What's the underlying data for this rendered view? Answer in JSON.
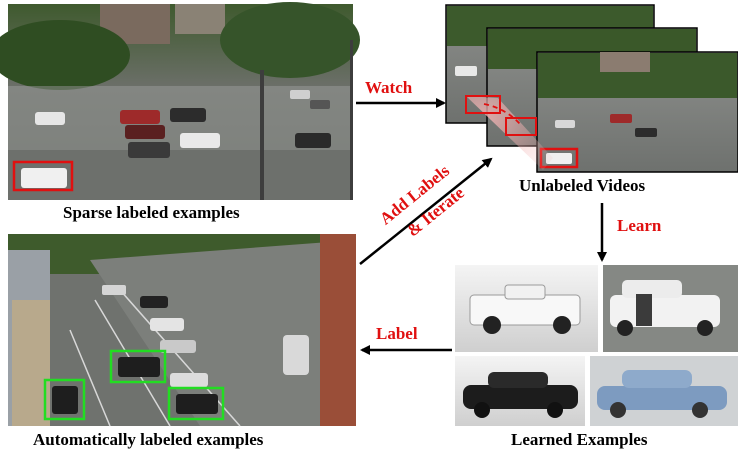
{
  "captions": {
    "sparse": "Sparse labeled examples",
    "unlabeled": "Unlabeled Videos",
    "automatic": "Automatically labeled examples",
    "learned": "Learned Examples"
  },
  "arrows": {
    "watch": "Watch",
    "learn": "Learn",
    "label": "Label",
    "add_labels_line1": "Add Labels",
    "add_labels_line2": "& Iterate"
  },
  "colors": {
    "arrow_text": "#e01010",
    "initial_box": "#e01010",
    "auto_box": "#22dd22"
  }
}
